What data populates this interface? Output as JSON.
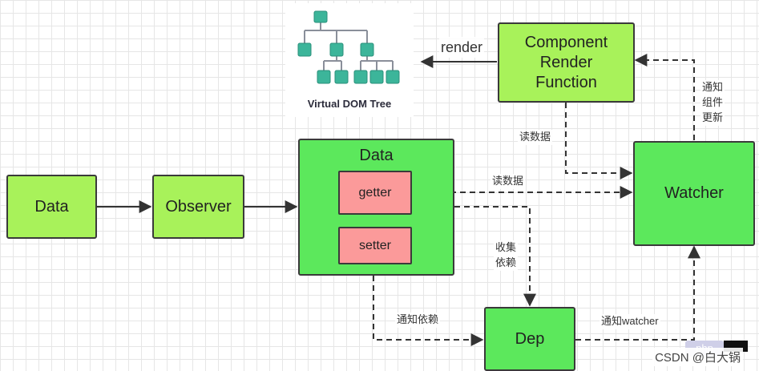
{
  "nodes": {
    "data_source": "Data",
    "observer": "Observer",
    "data_container": "Data",
    "getter": "getter",
    "setter": "setter",
    "watcher": "Watcher",
    "dep": "Dep",
    "component_render": [
      "Component",
      "Render",
      "Function"
    ],
    "virtual_dom_tree": "Virtual DOM Tree"
  },
  "edges": {
    "render": "render",
    "read_data_top": "读数据",
    "read_data_mid": "读数据",
    "collect_deps": [
      "收集",
      "依赖"
    ],
    "notify_deps": "通知依赖",
    "notify_watcher": "通知watcher",
    "notify_update": [
      "通知",
      "组件",
      "更新"
    ]
  },
  "watermark": "CSDN @白大锅",
  "badge": "php",
  "colors": {
    "lime": "#a8f25a",
    "green": "#5ce85c",
    "pink": "#fb9a9a",
    "tree_node": "#3cb59a",
    "tree_line": "#8a8f9a"
  }
}
